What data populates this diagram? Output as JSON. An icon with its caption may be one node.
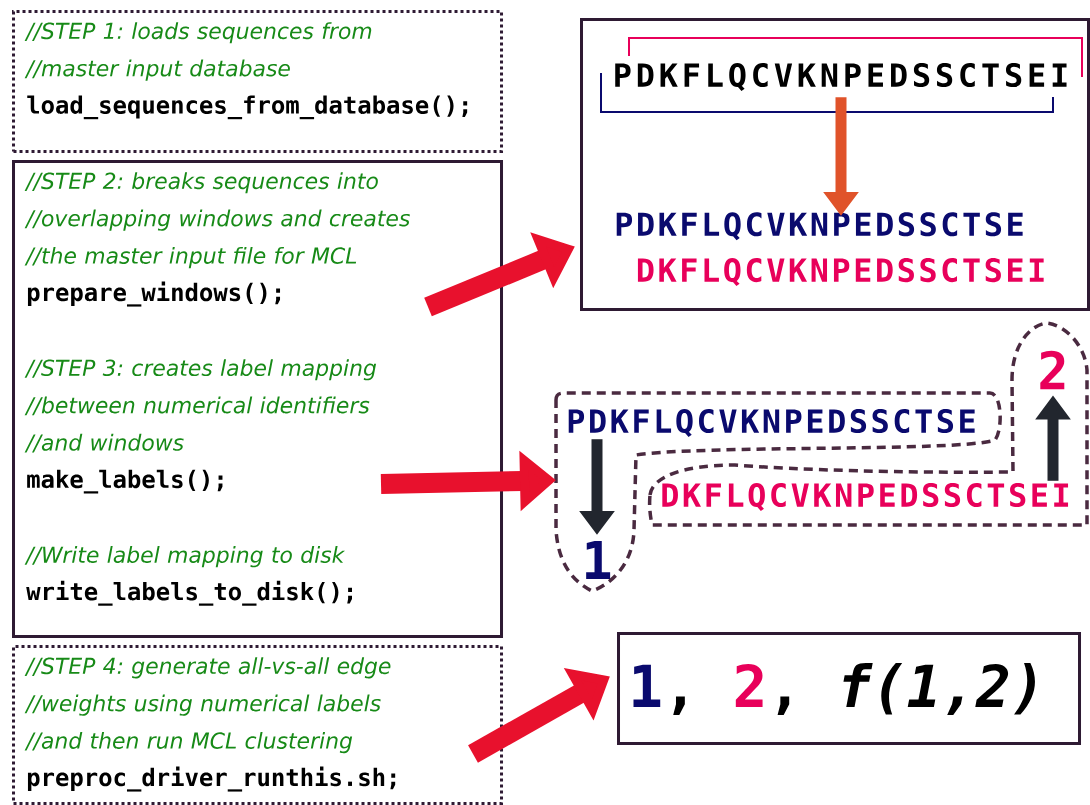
{
  "diagram": {
    "nodes": [
      {
        "text": [
          "//STEP 1: loads sequences from //master input database",
          "load_sequences_from_database();"
        ]
      },
      {
        "text": [
          "//STEP 2: breaks sequences into //overlapping windows and creates //the master input file for MCL",
          "prepare_windows();",
          "//STEP 3: creates label mapping //between numerical identifiers //and windows",
          "make_labels();",
          "//Write label mapping to disk",
          "write_labels_to_disk();"
        ]
      },
      {
        "text": [
          "//STEP 4: generate all-vs-all edge //weights using numerical labels //and then run MCL clustering",
          "preproc_driver_runthis.sh;"
        ]
      },
      {
        "text": [],
        "shape": "box"
      },
      {
        "text": [
          "PDKFLQCVKNPEDSSCTSEI"
        ],
        "in": 3
      },
      {
        "text": [
          "PDKFLQCVKNPEDSSCTSE",
          "DKFLQCVKNPEDSSCTSEI"
        ],
        "in": 3
      },
      {
        "text": [],
        "shape": "box"
      },
      {
        "text": [
          "PDKFLQCVKNPEDSSCTSE"
        ],
        "in": 6
      },
      {
        "text": [
          "1"
        ],
        "in": 6
      },
      {
        "text": [],
        "shape": "box"
      },
      {
        "text": [
          "DKFLQCVKNPEDSSCTSEI"
        ],
        "in": 9
      },
      {
        "text": [
          "2"
        ],
        "in": 9
      },
      {
        "text": [
          "1",
          ",",
          "2",
          ",",
          "f(1,2)"
        ]
      }
    ],
    "edges": [
      {
        "from": 1,
        "to": 3,
        "arrow": "to",
        "style": "thick",
        "color": "#e8112d"
      },
      {
        "from": 1,
        "to": 6,
        "arrow": "to",
        "style": "thick",
        "color": "#e8112d"
      },
      {
        "from": 2,
        "to": 12,
        "arrow": "to",
        "style": "thick",
        "color": "#e8112d"
      },
      {
        "from": 4,
        "to": 5,
        "arrow": "to",
        "color": "#e0532a"
      },
      {
        "from": 7,
        "to": 8,
        "arrow": "to",
        "color": "#22262e"
      },
      {
        "from": 10,
        "to": 11,
        "arrow": "to",
        "color": "#22262e"
      }
    ]
  }
}
